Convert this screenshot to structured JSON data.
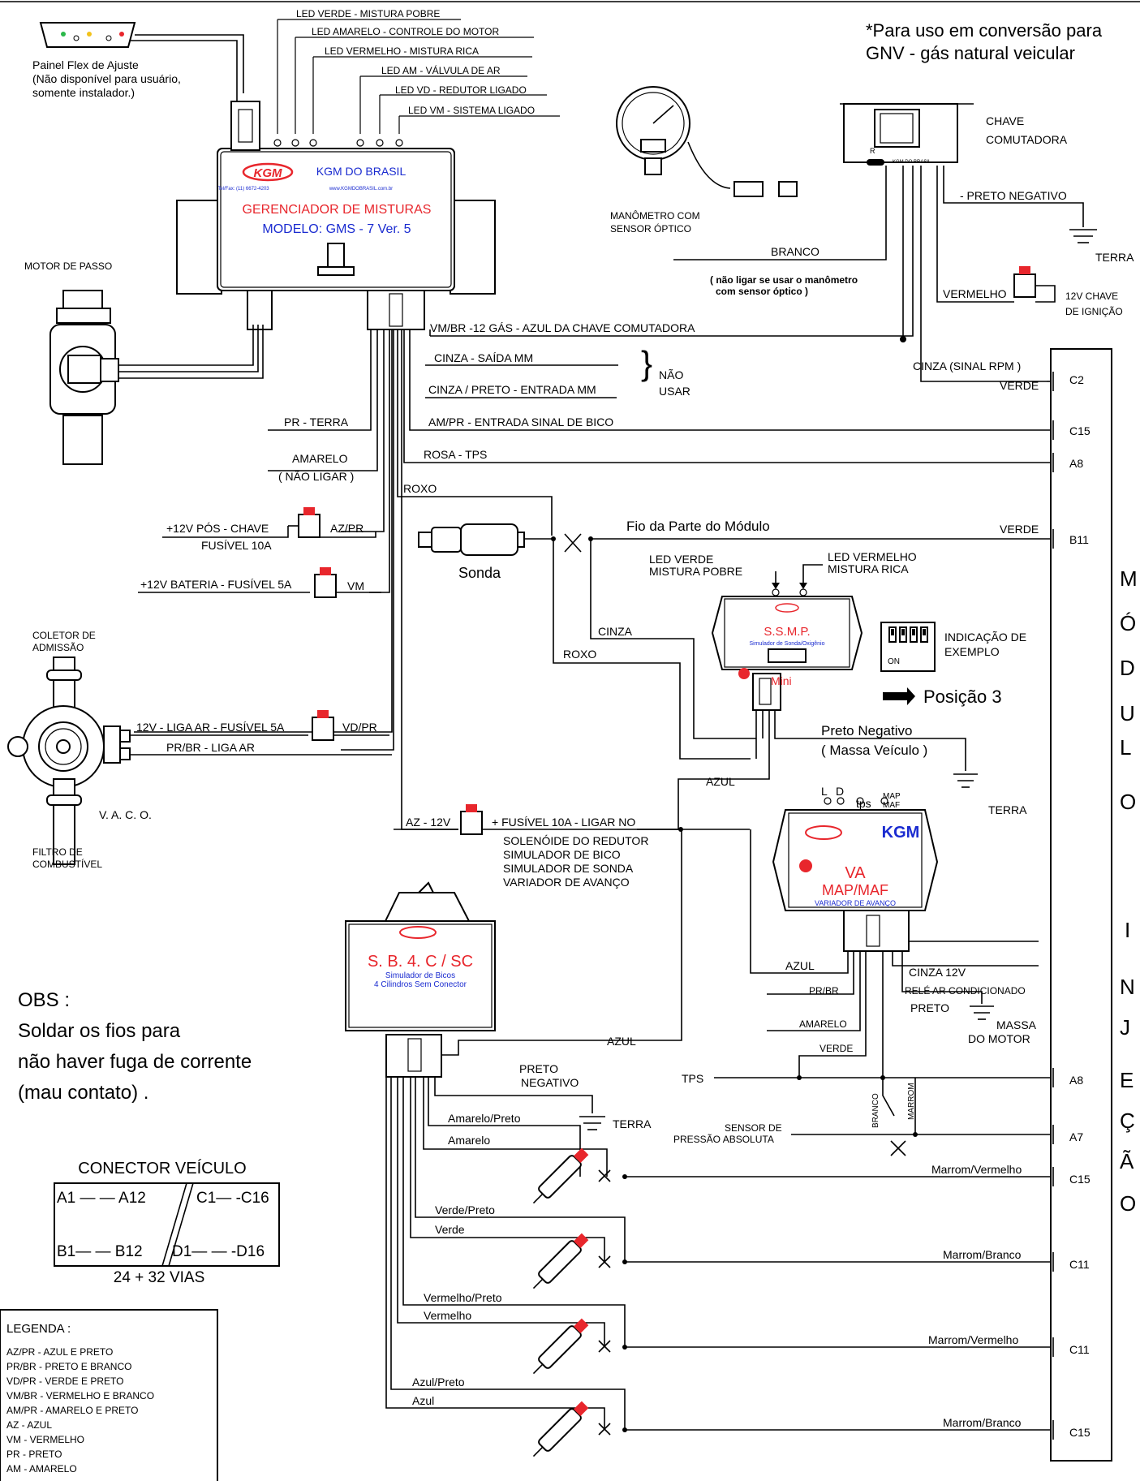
{
  "note": {
    "line1": "*Para uso em conversão para",
    "line2": "GNV - gás natural veicular"
  },
  "panel": {
    "title": "Painel Flex de Ajuste",
    "sub1": "(Não disponível para usuário,",
    "sub2": "somente instalador.)"
  },
  "led_labels": [
    "LED VERDE - MISTURA POBRE",
    "LED AMARELO - CONTROLE DO MOTOR",
    "LED VERMELHO - MISTURA RICA",
    "LED AM - VÁLVULA DE AR",
    "LED VD - REDUTOR LIGADO",
    "LED VM -  SISTEMA LIGADO"
  ],
  "gms": {
    "brand": "KGM",
    "company": "KGM DO BRASIL",
    "tel": "Tel/Fax: (11) 6672-4203",
    "web": "www.KGMDOBRASIL.com.br",
    "title": "GERENCIADOR DE MISTURAS",
    "model": "MODELO: GMS - 7 Ver. 5"
  },
  "motor_passo": "MOTOR DE PASSO",
  "manometro": {
    "line1": "MANÔMETRO COM",
    "line2": "SENSOR ÓPTICO"
  },
  "chave": {
    "line1": "CHAVE",
    "line2": "COMUTADORA",
    "r": "R",
    "label": "KGM DO BRASIL"
  },
  "chave_wires": {
    "preto": "- PRETO NEGATIVO",
    "terra": "TERRA",
    "branco": "BRANCO",
    "branco_note1": "( não ligar se usar o manômetro",
    "branco_note2": "com sensor óptico )",
    "vermelho": "VERMELHO",
    "ign1": "12V CHAVE",
    "ign2": "DE IGNIÇÃO"
  },
  "wires": {
    "vmbr": "VM/BR -12 GÁS - AZUL DA CHAVE COMUTADORA",
    "cinza_saida": "CINZA - SAÍDA MM",
    "cinza_entrada": "CINZA / PRETO - ENTRADA MM",
    "nao1": "NÃO",
    "nao2": "USAR",
    "ampr": "AM/PR - ENTRADA SINAL DE BICO",
    "prterra": "PR - TERRA",
    "rosa": "ROSA - TPS",
    "amarelo": "AMARELO",
    "nao_ligar": "( NÃO LIGAR )",
    "roxo": "ROXO",
    "pos_chave": "+12V PÓS - CHAVE",
    "fus10": "FUSÍVEL 10A",
    "azpr": "AZ/PR",
    "bat": "+12V BATERIA - FUSÍVEL 5A",
    "vm": "VM",
    "cinza_rpm": "CINZA (SINAL RPM )",
    "verde": "VERDE",
    "fio_modulo": "Fio da Parte do Módulo",
    "verde_b11": "VERDE",
    "liga_ar": "12V - LIGA AR - FUSÍVEL 5A",
    "vdpr": "VD/PR",
    "prbr_liga": "PR/BR - LIGA AR",
    "az12": "AZ - 12V",
    "fus10b": "+ FUSÍVEL 10A - LIGAR NO",
    "sol1": "SOLENÓIDE DO REDUTOR",
    "sol2": "SIMULADOR DE BICO",
    "sol3": "SIMULADOR DE SONDA",
    "sol4": "VARIADOR DE AVANÇO",
    "azul": "AZUL",
    "cinza": "CINZA",
    "roxo2": "ROXO"
  },
  "sonda": "Sonda",
  "ssmp": {
    "led_verde1": "LED VERDE",
    "led_verde2": "MISTURA POBRE",
    "led_verm1": "LED VERMELHO",
    "led_verm2": "MISTURA RICA",
    "name": "S.S.M.P.",
    "sub": "Simulador de Sonda/Oxigênio",
    "mini": "Mini",
    "ind1": "INDICAÇÃO DE",
    "ind2": "EXEMPLO",
    "on": "ON",
    "pos": "Posição 3",
    "preto1": "Preto Negativo",
    "preto2": "( Massa Veículo )",
    "terra": "TERRA"
  },
  "coletor": {
    "c1": "COLETOR DE",
    "c2": "ADMISSÃO",
    "vaco": "V. A. C. O.",
    "f1": "FILTRO DE",
    "f2": "COMBUSTÍVEL"
  },
  "va": {
    "l": "L",
    "d": "D",
    "tps": "tps",
    "map1": "MAP",
    "map2": "MAF",
    "name": "VA",
    "sub1": "MAP/MAF",
    "sub2": "VARIADOR DE AVANÇO",
    "azul": "AZUL",
    "prbr": "PR/BR",
    "amarelo": "AMARELO",
    "verde": "VERDE",
    "cinza12": "CINZA 12V",
    "rele": "RELÉ AR CONDICIONADO",
    "preto": "PRETO",
    "massa1": "MASSA",
    "massa2": "DO MOTOR",
    "tps_lbl": "TPS",
    "sensor1": "SENSOR DE",
    "sensor2": "PRESSÃO ABSOLUTA",
    "branco": "BRANCO",
    "marrom": "MARROM"
  },
  "sb4": {
    "name": "S. B. 4. C / SC",
    "sub1": "Simulador de Bicos",
    "sub2": "4 Cilindros Sem Conector",
    "azul": "AZUL",
    "preto1": "PRETO",
    "preto2": "NEGATIVO",
    "terra": "TERRA"
  },
  "injectors": [
    {
      "a": "Amarelo/Preto",
      "b": "Amarelo",
      "out": "Marrom/Vermelho",
      "pin": "C15"
    },
    {
      "a": "Verde/Preto",
      "b": "Verde",
      "out": "Marrom/Branco",
      "pin": "C11"
    },
    {
      "a": "Vermelho/Preto",
      "b": "Vermelho",
      "out": "Marrom/Vermelho",
      "pin": "C11"
    },
    {
      "a": "Azul/Preto",
      "b": "Azul",
      "out": "Marrom/Branco",
      "pin": "C15"
    }
  ],
  "pins": {
    "c2": "C2",
    "c15": "C15",
    "a8": "A8",
    "b11": "B11",
    "a8b": "A8",
    "a7": "A7"
  },
  "modulo_letters": [
    "M",
    "Ó",
    "D",
    "U",
    "L",
    "O",
    "I",
    "N",
    "J",
    "E",
    "Ç",
    "Ã",
    "O"
  ],
  "obs": {
    "l1": "OBS :",
    "l2": "Soldar os fios para",
    "l3": "não haver fuga de corrente",
    "l4": "(mau contato) ."
  },
  "conector": {
    "title": "CONECTOR VEÍCULO",
    "r1a": "A1 — —  A12",
    "r1b": "C1— -C16",
    "r2a": "B1— — B12",
    "r2b": "D1— — -D16",
    "vias": "24 + 32 VIAS"
  },
  "legenda": {
    "title": "LEGENDA :",
    "items": [
      "AZ/PR - AZUL E PRETO",
      "PR/BR - PRETO E BRANCO",
      "VD/PR - VERDE E PRETO",
      "VM/BR - VERMELHO E BRANCO",
      "AM/PR - AMARELO E PRETO",
      "AZ - AZUL",
      "VM - VERMELHO",
      "PR - PRETO",
      "AM - AMARELO"
    ]
  },
  "colors": {
    "red": "#e8262c",
    "blue": "#1a2bd0",
    "led_green": "#2bb84a",
    "led_yellow": "#f2c21a"
  }
}
